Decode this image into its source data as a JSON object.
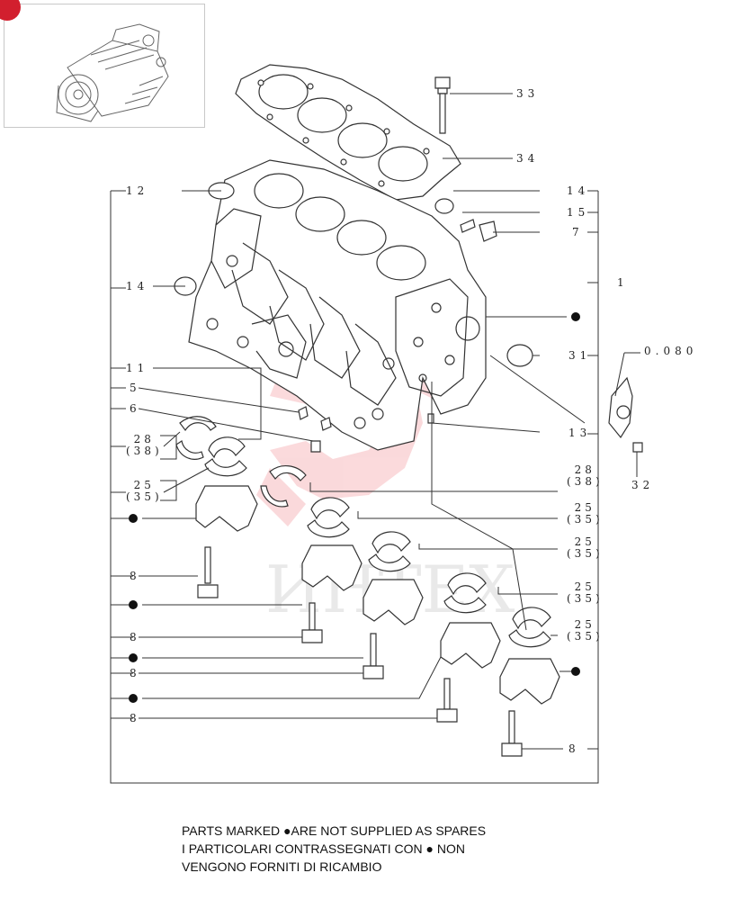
{
  "labels": {
    "l33": "33",
    "l34": "34",
    "l12": "12",
    "l14a": "14",
    "l14b": "14",
    "l15": "15",
    "l7": "7",
    "l1": "1",
    "l31": "31",
    "l0080": "0.080",
    "l11": "11",
    "l5": "5",
    "l6": "6",
    "l13": "13",
    "l32": "32",
    "l8a": "8",
    "l8b": "8",
    "l8c": "8",
    "l8d": "8",
    "l8e": "8"
  },
  "fractions": {
    "f1": {
      "num": "28",
      "den": "(38)"
    },
    "f2": {
      "num": "25",
      "den": "(35)"
    },
    "f3": {
      "num": "28",
      "den": "(38)"
    },
    "f4": {
      "num": "25",
      "den": "(35)"
    },
    "f5": {
      "num": "25",
      "den": "(35)"
    },
    "f6": {
      "num": "25",
      "den": "(35)"
    },
    "f7": {
      "num": "25",
      "den": "(35)"
    }
  },
  "watermark": "ИНТЕХ",
  "note": {
    "line1_a": "PARTS MARKED ",
    "line1_b": "ARE NOT SUPPLIED AS SPARES",
    "line2_a": "I  PARTICOLARI  CONTRASSEGNATI  CON ",
    "line2_b": " NON",
    "line3": "VENGONO FORNITI DI RICAMBIO"
  },
  "colors": {
    "line": "#333333",
    "watermark": "#e8323c",
    "badge": "#d21f2e"
  }
}
